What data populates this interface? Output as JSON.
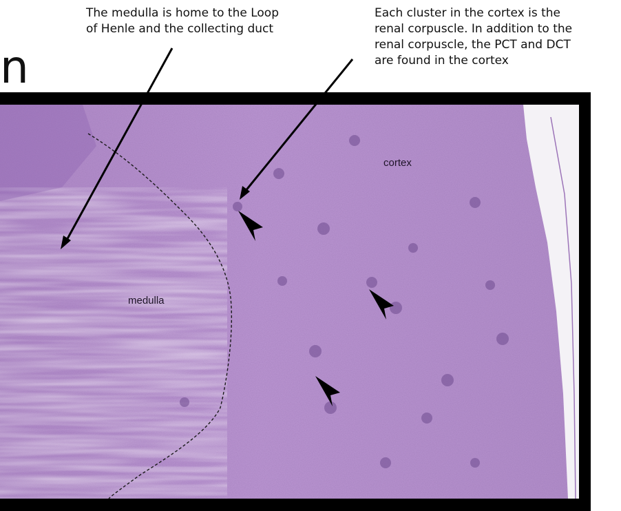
{
  "callouts": {
    "medulla": [
      "The medulla is home to the Loop",
      "of Henle and the collecting duct"
    ],
    "cortex": [
      "Each cluster in the cortex is the",
      "renal corpuscle. In addition to the",
      "renal corpuscle, the PCT and DCT",
      "are found in the cortex"
    ]
  },
  "title_fragment": "n",
  "micrograph": {
    "labels": {
      "cortex": "cortex",
      "medulla": "medulla"
    },
    "colors": {
      "frame": "#000000",
      "tissue_base": "#b893d0",
      "tissue_dark": "#8a5fae",
      "tissue_light": "#dcc6ea",
      "capsule_gap": "#f4f2f6",
      "corpuscle": "#6e4a8e"
    }
  },
  "annotations": {
    "arrow_color": "#000000",
    "arrowhead_count": 3,
    "boundary": "dashed-line"
  }
}
